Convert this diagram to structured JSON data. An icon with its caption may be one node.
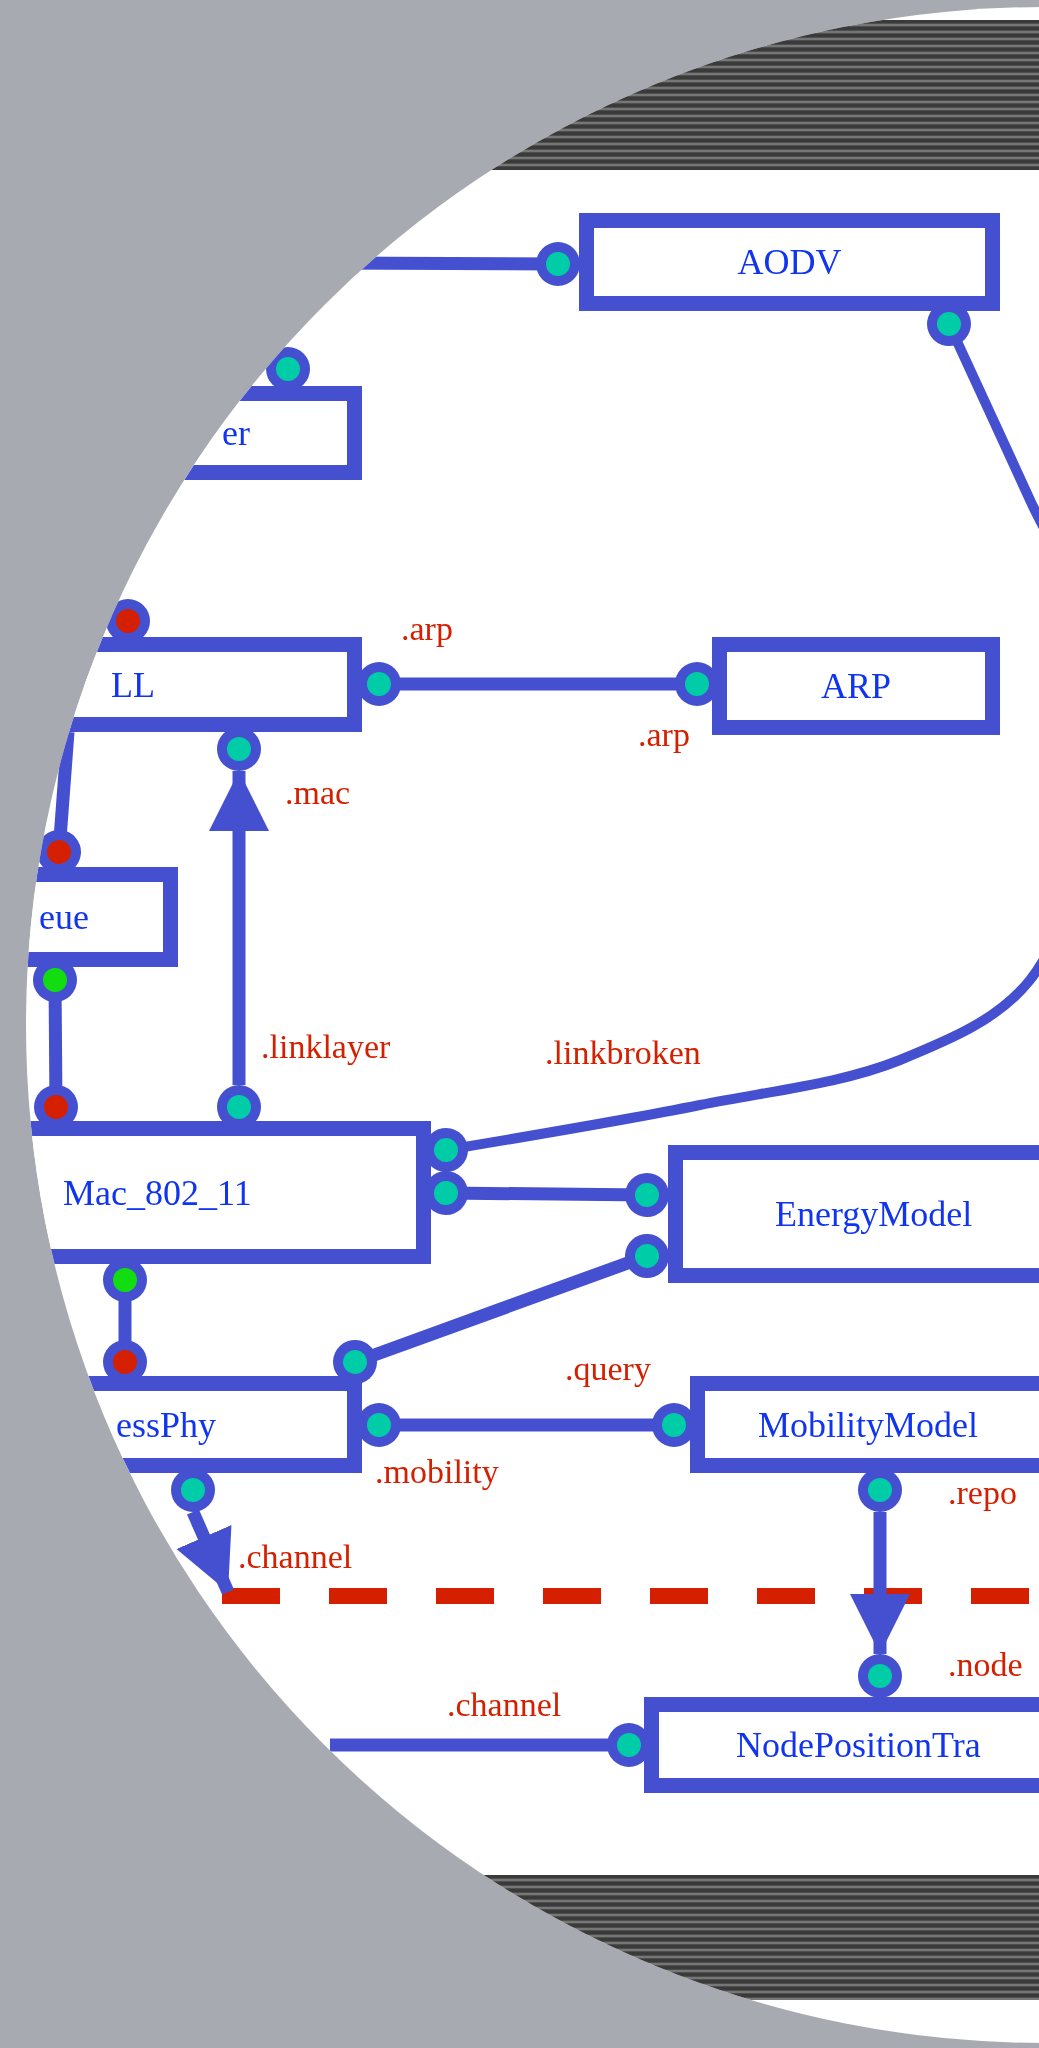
{
  "diagram": {
    "nodes": [
      {
        "text": [
          "AODV"
        ]
      },
      {
        "text": [
          "er"
        ]
      },
      {
        "text": [
          "LL"
        ]
      },
      {
        "text": [
          "ARP"
        ]
      },
      {
        "text": [
          "eue"
        ]
      },
      {
        "text": [
          "Mac_802_11"
        ]
      },
      {
        "text": [
          "EnergyModel"
        ]
      },
      {
        "text": [
          "essPhy"
        ]
      },
      {
        "text": [
          "MobilityModel"
        ],
        "beside": [
          ".repo"
        ]
      },
      {
        "text": [
          "NodePositionTra"
        ],
        "beside": [
          ".node"
        ]
      },
      {
        "text": [],
        "shape": "bar"
      },
      {
        "text": [],
        "shape": "bar"
      }
    ],
    "edges": [
      {
        "from": null,
        "to": 0,
        "arrow": "other"
      },
      {
        "from": 5,
        "to": 0,
        "arrow": "other",
        "label": ".linkbroken"
      },
      {
        "from": 2,
        "to": 3,
        "arrow": "other",
        "label": ".arp"
      },
      {
        "from": 5,
        "to": 2,
        "arrow": "to",
        "label": ".linklayer"
      },
      {
        "from": 2,
        "to": 4,
        "arrow": "other"
      },
      {
        "from": 4,
        "to": 5,
        "arrow": "other"
      },
      {
        "from": 5,
        "to": 6,
        "arrow": "other"
      },
      {
        "from": 7,
        "to": 6,
        "arrow": "other"
      },
      {
        "from": 5,
        "to": 7,
        "arrow": "other"
      },
      {
        "from": 7,
        "to": 8,
        "arrow": "other",
        "label": ".query"
      },
      {
        "from": 7,
        "to": null,
        "arrow": "to",
        "label": ".channel"
      },
      {
        "from": 8,
        "to": 9,
        "arrow": "to"
      },
      {
        "from": null,
        "to": 9,
        "arrow": "other",
        "label": ".channel"
      }
    ],
    "labels": [
      ".arp",
      ".mac",
      ".mobility"
    ]
  }
}
